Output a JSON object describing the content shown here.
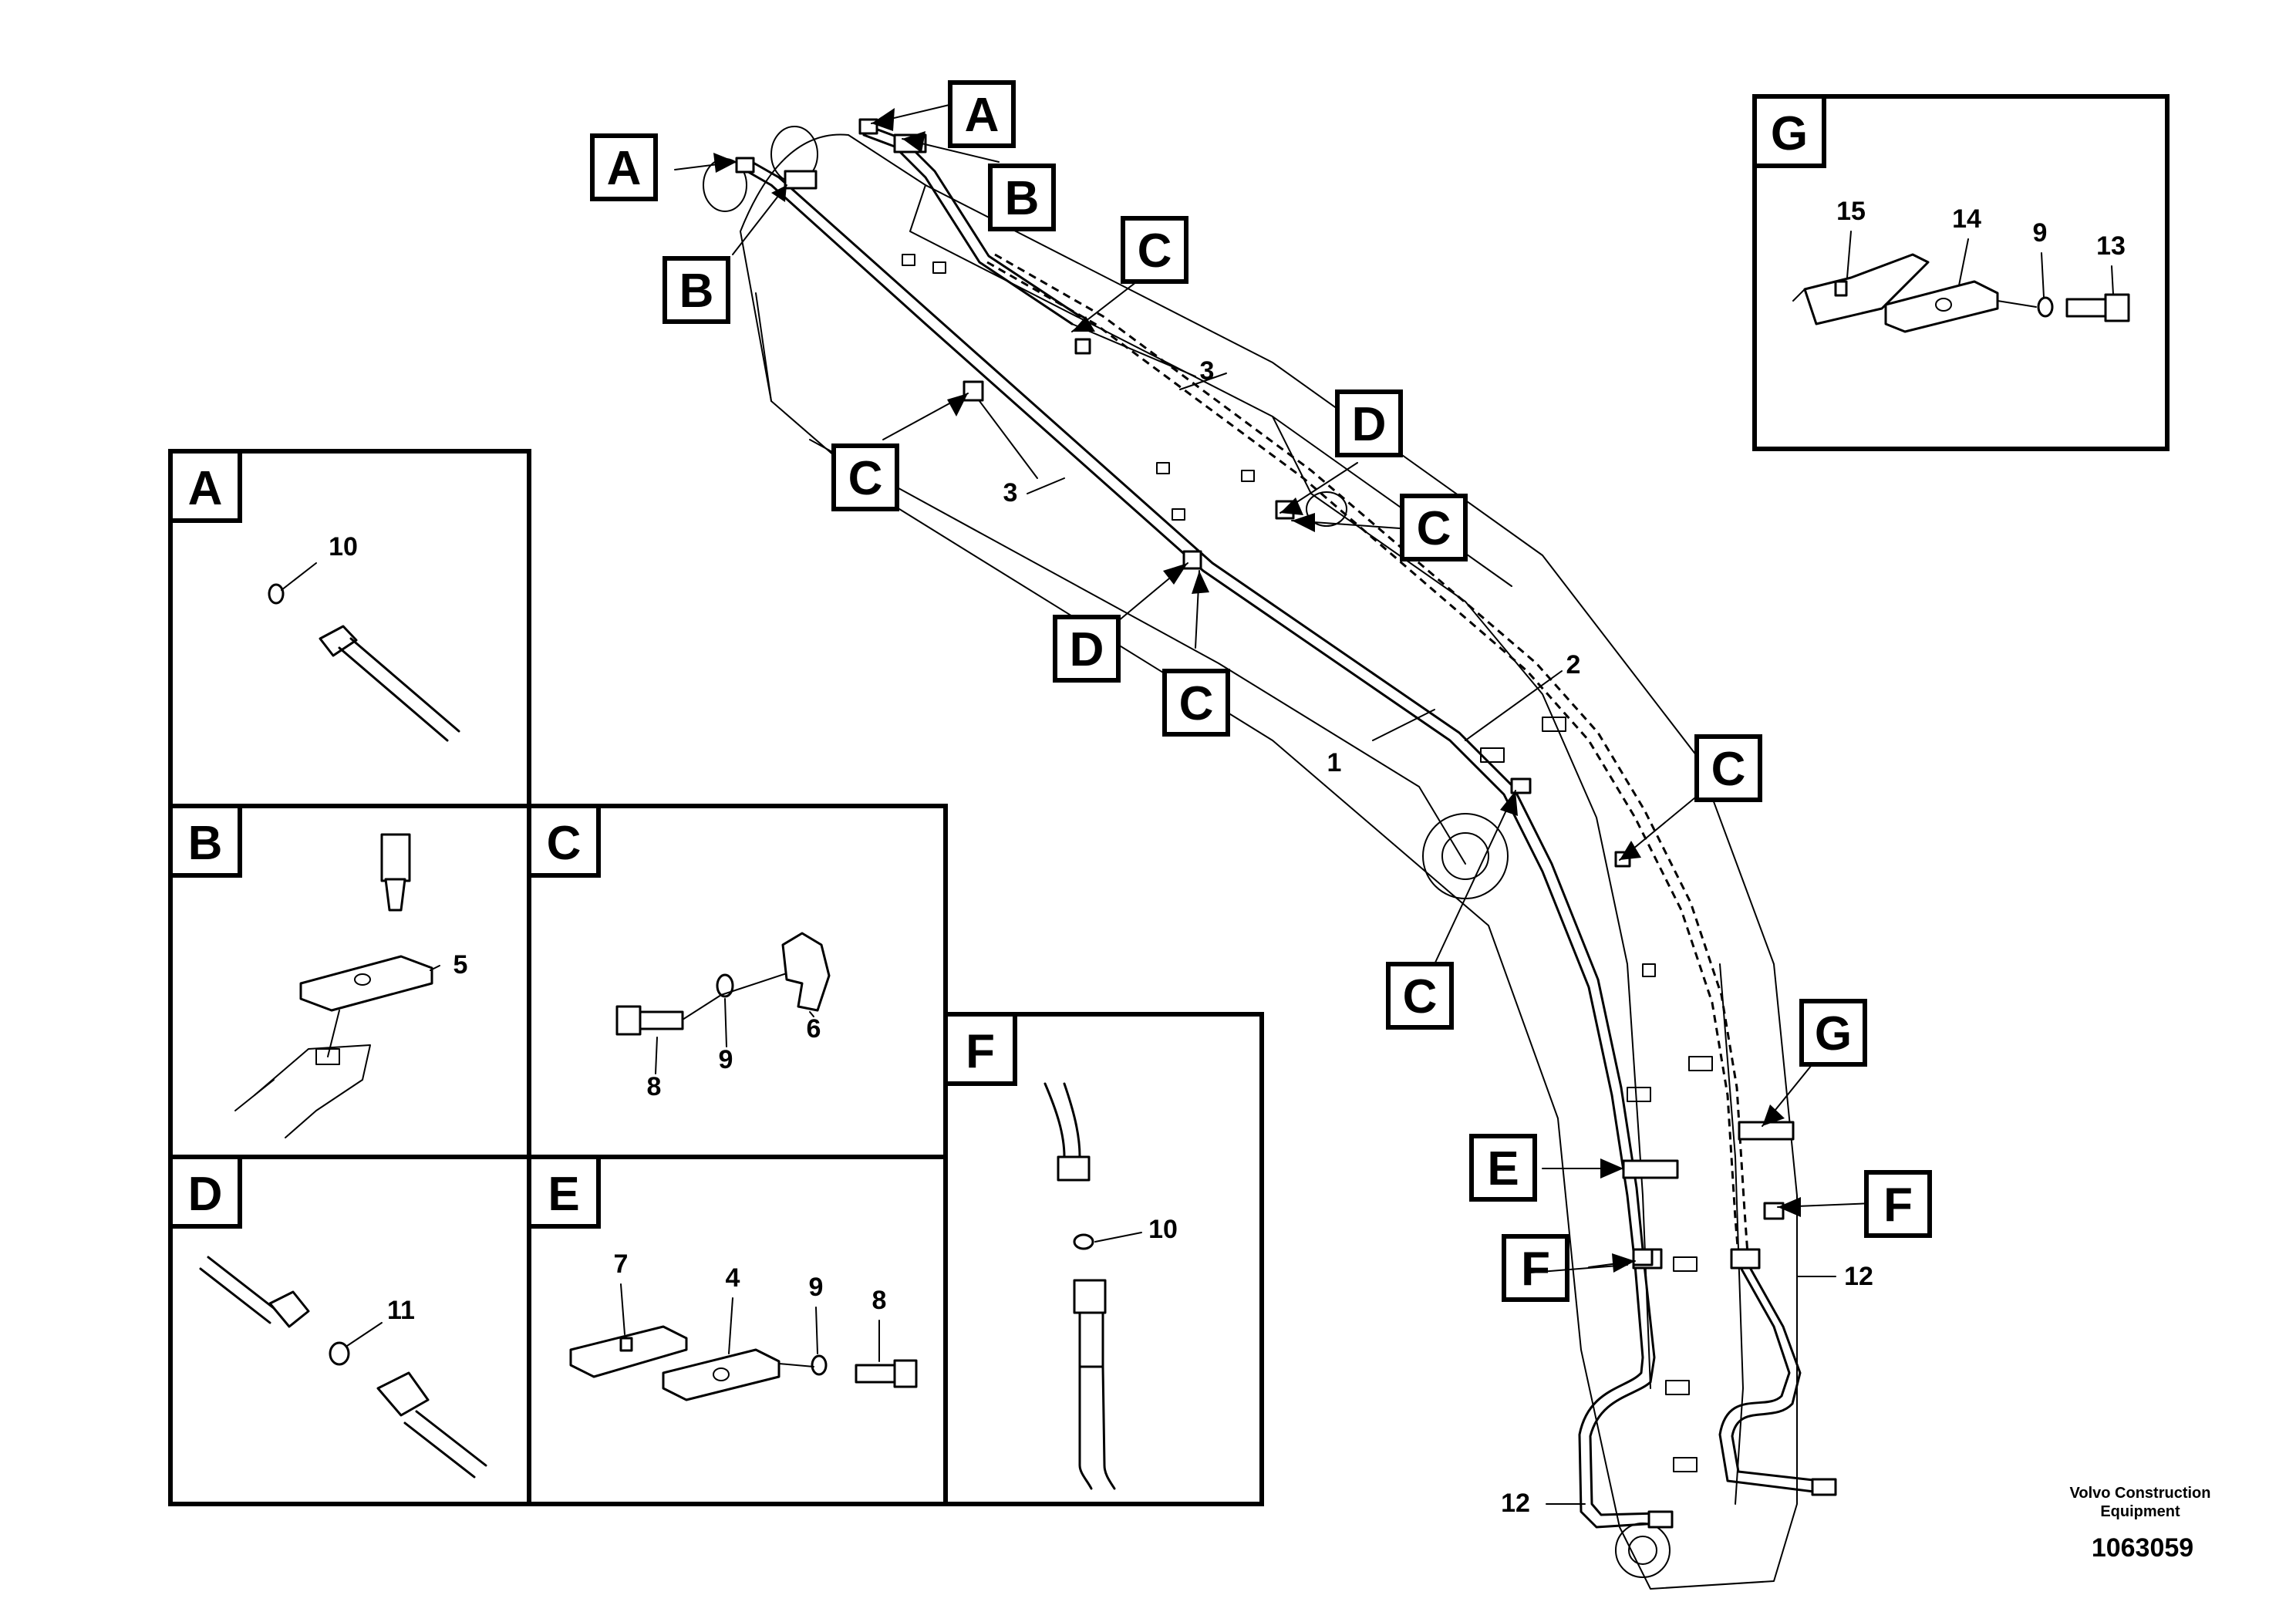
{
  "callouts": {
    "A": "A",
    "B": "B",
    "C": "C",
    "D": "D",
    "E": "E",
    "F": "F",
    "G": "G"
  },
  "part_numbers": {
    "p1": "1",
    "p2": "2",
    "p3": "3",
    "p4": "4",
    "p5": "5",
    "p6": "6",
    "p7": "7",
    "p8": "8",
    "p9": "9",
    "p10": "10",
    "p11": "11",
    "p12": "12",
    "p13": "13",
    "p14": "14",
    "p15": "15"
  },
  "footer": {
    "brand_line1": "Volvo Construction",
    "brand_line2": "Equipment",
    "doc_number": "1063059"
  }
}
